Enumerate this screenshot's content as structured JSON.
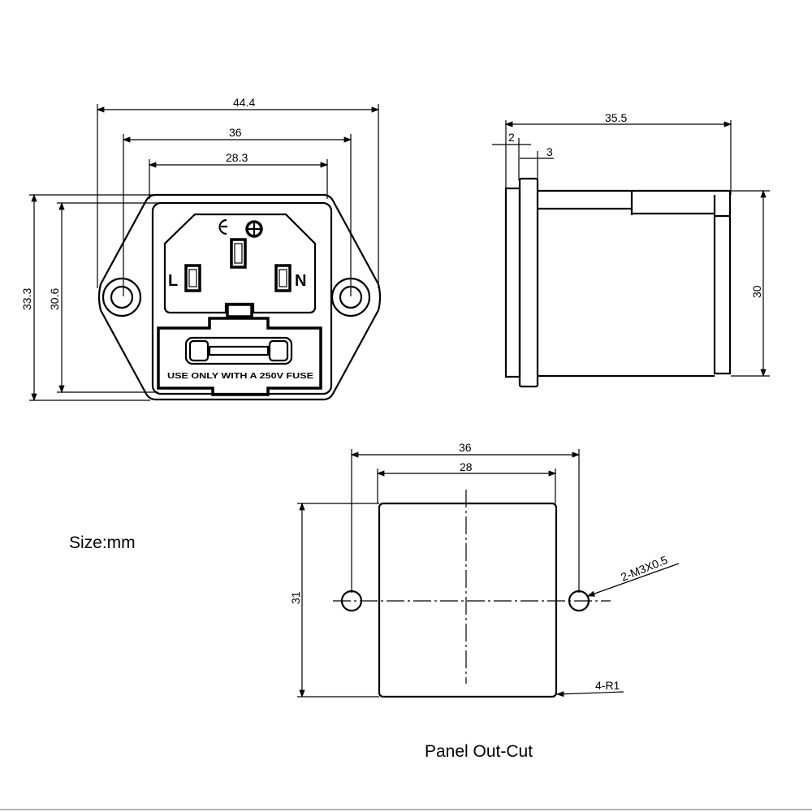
{
  "front_view": {
    "dims": {
      "overall_width": "44.4",
      "hole_spacing": "36",
      "body_width": "28.3",
      "overall_height": "33.3",
      "body_height": "30.6"
    },
    "pin_left": "L",
    "pin_right": "N",
    "fuse_text": "USE ONLY WITH A 250V FUSE"
  },
  "side_view": {
    "dims": {
      "depth": "35.5",
      "flange": "2",
      "bezel": "3",
      "height": "30"
    }
  },
  "panel_cutout": {
    "dims": {
      "hole_spacing": "36",
      "width": "28",
      "height": "31"
    },
    "hole_note": "2-M3X0.5",
    "corner_note": "4-R1",
    "title": "Panel Out-Cut"
  },
  "units_label": "Size:mm"
}
